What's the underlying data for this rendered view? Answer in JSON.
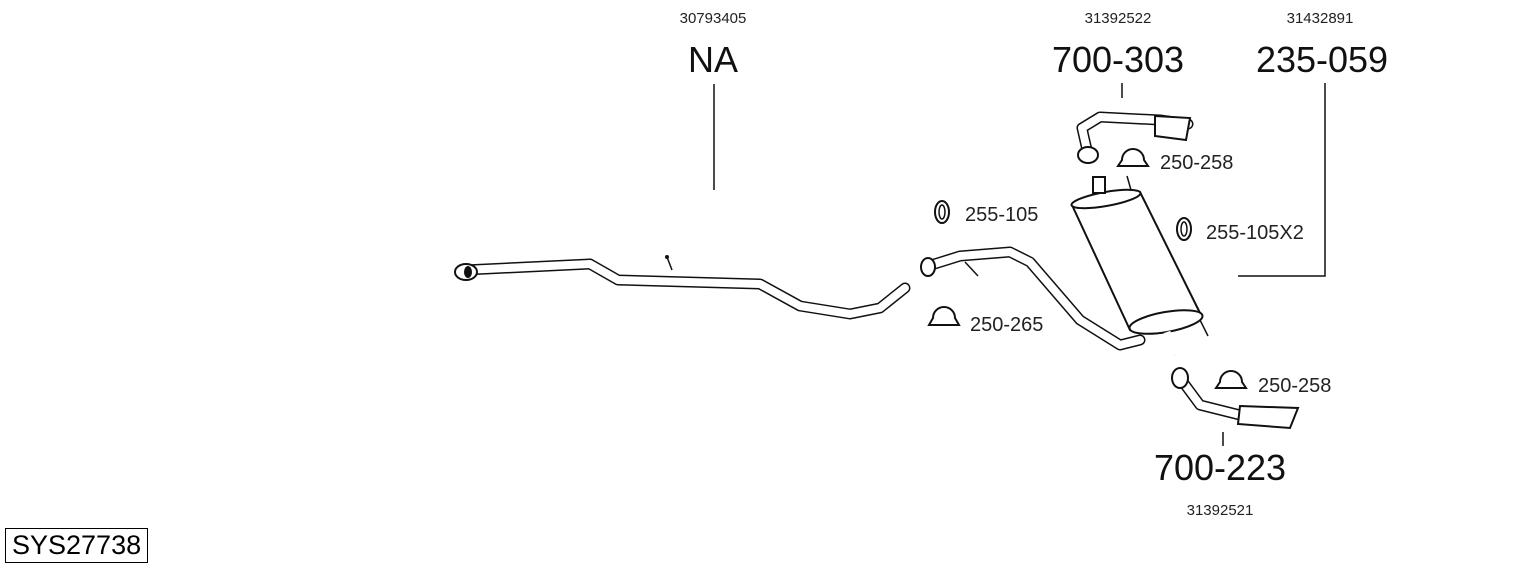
{
  "diagram": {
    "system_code": "SYS27738",
    "callouts": [
      {
        "oem": "30793405",
        "part": "NA"
      },
      {
        "oem": "31392522",
        "part": "700-303"
      },
      {
        "oem": "31432891",
        "part": "235-059"
      },
      {
        "oem": "31392521",
        "part": "700-223"
      }
    ],
    "accessories": [
      {
        "label": "250-258",
        "icon": "clamp-icon"
      },
      {
        "label": "255-105",
        "icon": "ring-icon"
      },
      {
        "label": "255-105X2",
        "icon": "ring-icon"
      },
      {
        "label": "250-265",
        "icon": "clamp-icon"
      },
      {
        "label": "250-258",
        "icon": "clamp-icon"
      }
    ]
  }
}
